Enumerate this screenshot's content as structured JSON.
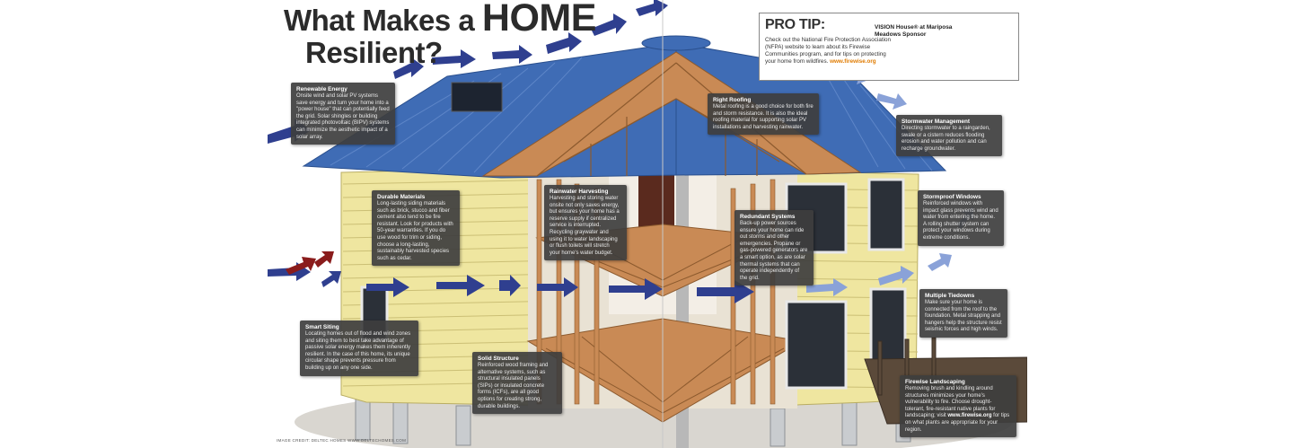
{
  "title": {
    "line1": "What Makes a",
    "line1_emph": "HOME",
    "line2": "Resilient?"
  },
  "pro_tip": {
    "heading": "PRO TIP:",
    "body": "Check out the National Fire Protection Association (NFPA) website to learn about its Firewise Communities program, and for tips on protecting your home from wildfires.",
    "link": "www.firewise.org",
    "sponsor": "VISION House® at Mariposa Meadows Sponsor"
  },
  "callouts": {
    "renewable_energy": {
      "heading": "Renewable Energy",
      "body": "Onsite wind and solar PV systems save energy and turn your home into a \"power house\" that can potentially feed the grid. Solar shingles or building integrated photovoltaic (BIPV) systems can minimize the aesthetic impact of a solar array."
    },
    "durable_materials": {
      "heading": "Durable Materials",
      "body": "Long-lasting siding materials such as brick, stucco and fiber cement also tend to be fire resistant. Look for products with 50-year warranties. If you do use wood for trim or siding, choose a long-lasting, sustainably harvested species such as cedar."
    },
    "rainwater_harvesting": {
      "heading": "Rainwater Harvesting",
      "body": "Harvesting and storing water onsite not only saves energy, but ensures your home has a reserve supply if centralized service is interrupted. Recycling graywater and using it to water landscaping or flush toilets will stretch your home's water budget."
    },
    "right_roofing": {
      "heading": "Right Roofing",
      "body": "Metal roofing is a good choice for both fire and storm resistance. It is also the ideal roofing material for supporting solar PV installations and harvesting rainwater."
    },
    "redundant_systems": {
      "heading": "Redundant Systems",
      "body": "Back-up power sources ensure your home can ride out storms and other emergencies. Propane or gas-powered generators are a smart option, as are solar thermal systems that can operate independently of the grid."
    },
    "stormwater_management": {
      "heading": "Stormwater Management",
      "body": "Directing stormwater to a raingarden, swale or a cistern reduces flooding erosion and water pollution and can recharge groundwater."
    },
    "stormproof_windows": {
      "heading": "Stormproof Windows",
      "body": "Reinforced windows with impact glass prevents wind and water from entering the home. A rolling shutter system can protect your windows during extreme conditions."
    },
    "multiple_tiedowns": {
      "heading": "Multiple Tiedowns",
      "body": "Make sure your home is connected from the roof to the foundation. Metal strapping and hangers help the structure resist seismic forces and high winds."
    },
    "smart_siting": {
      "heading": "Smart Siting",
      "body": "Locating homes out of flood and wind zones and siting them to best take advantage of passive solar energy makes them inherently resilient. In the case of this home, its unique circular shape prevents pressure from building up on any one side."
    },
    "solid_structure": {
      "heading": "Solid Structure",
      "body": "Reinforced wood framing and alternative systems, such as structural insulated panels (SIPs) or insulated concrete forms (ICFs), are all good options for creating strong, durable buildings."
    },
    "firewise_landscaping": {
      "heading": "Firewise Landscaping",
      "body": "Removing brush and kindling around structures minimizes your home's vulnerability to fire. Choose drought-tolerant, fire-resistant native plants for landscaping; visit",
      "link": "www.firewise.org",
      "body_after": "for tips on what plants are appropriate for your region."
    }
  },
  "image_credit": "IMAGE CREDIT: DELTEC HOMES WWW.DELTECHOMES.COM",
  "colors": {
    "roof": "#3f6cb5",
    "siding": "#efe6a0",
    "framing": "#c98a55",
    "wind_arrow": "#2f3f8f",
    "wind_arrow_light": "#8aa2d8",
    "hot_arrow": "#8a1c1c",
    "callout_bg": "#3e3e3e",
    "link": "#e07b00"
  }
}
